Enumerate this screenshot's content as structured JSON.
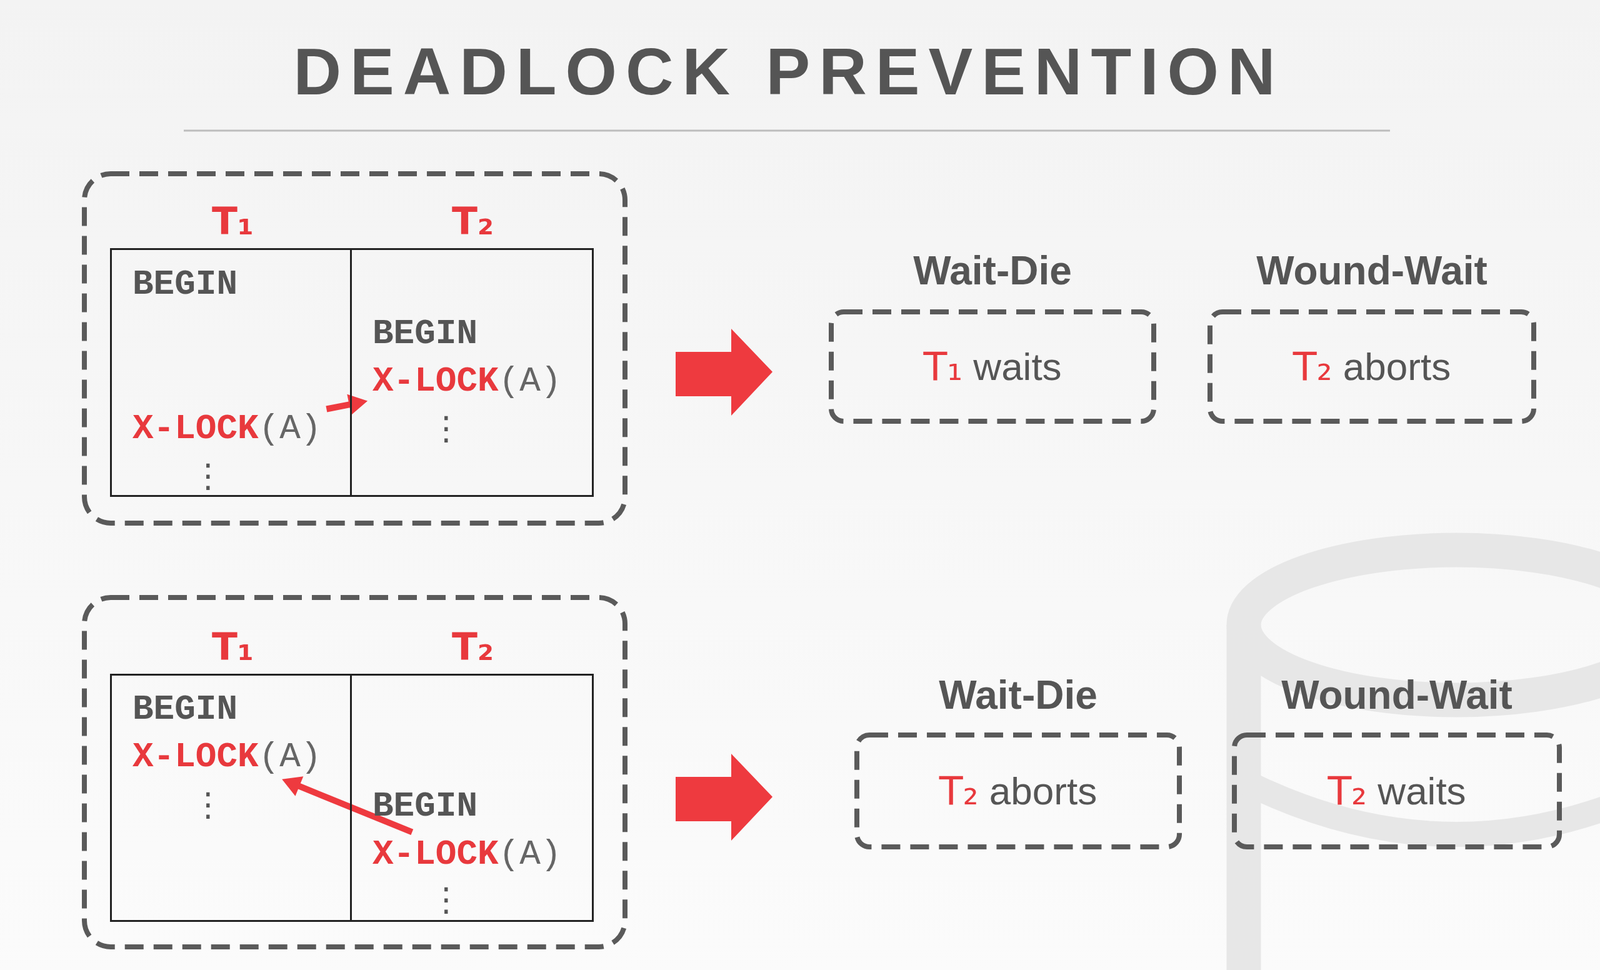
{
  "diagram": {
    "title": "DEADLOCK PREVENTION",
    "nodes": [
      {
        "text": [
          "T₁",
          "BEGIN",
          "⋮"
        ]
      },
      {
        "text": [
          "X-LOCK(A)"
        ],
        "in": 0
      },
      {
        "text": [
          "T₂",
          "BEGIN",
          "⋮"
        ]
      },
      {
        "text": [
          "X-LOCK(A)"
        ],
        "in": 2
      },
      {
        "text": [
          "Wait-Die",
          "T₁ waits"
        ]
      },
      {
        "text": [
          "Wound-Wait",
          "T₂ aborts"
        ]
      },
      {
        "text": [
          "T₁",
          "BEGIN",
          "⋮"
        ]
      },
      {
        "text": [
          "X-LOCK(A)"
        ],
        "in": 6
      },
      {
        "text": [
          "T₂",
          "BEGIN",
          "⋮"
        ]
      },
      {
        "text": [
          "X-LOCK(A)"
        ],
        "in": 8
      },
      {
        "text": [
          "Wait-Die",
          "T₂ aborts"
        ]
      },
      {
        "text": [
          "Wound-Wait",
          "T₂ waits"
        ]
      }
    ],
    "edges": [
      {
        "from": 1,
        "to": 3,
        "arrow": "to"
      },
      {
        "from": 9,
        "to": 7,
        "arrow": "to"
      }
    ]
  }
}
